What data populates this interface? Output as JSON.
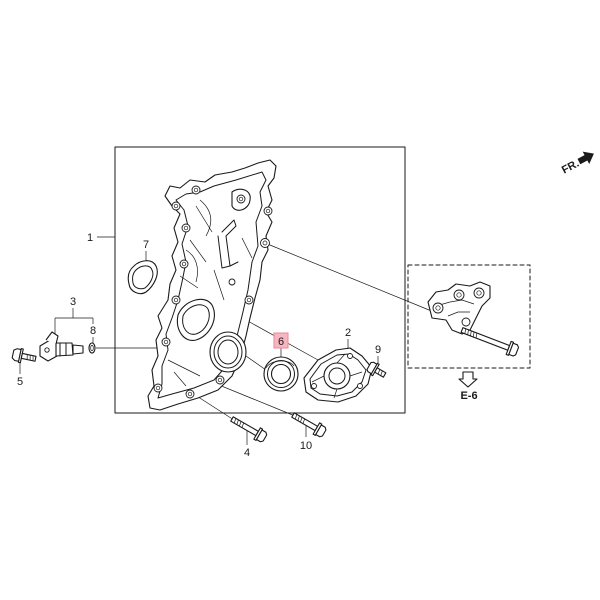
{
  "callouts": {
    "p1": "1",
    "p2": "2",
    "p3": "3",
    "p4": "4",
    "p5": "5",
    "p6": "6",
    "p7": "7",
    "p8": "8",
    "p9": "9",
    "p10": "10"
  },
  "direction": {
    "label": "FR."
  },
  "reference": {
    "label": "E-6"
  },
  "highlight": {
    "callout": "6",
    "fill": "#f8b5c1",
    "border": "#e8899b"
  },
  "colors": {
    "line": "#1a1a1a",
    "background": "#ffffff"
  }
}
